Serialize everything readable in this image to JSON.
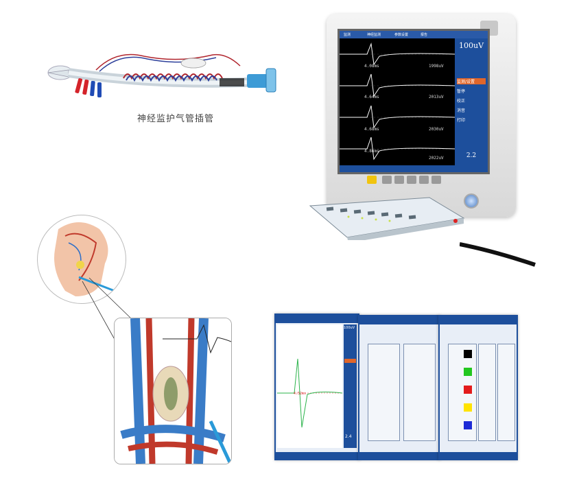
{
  "tube": {
    "caption": "神经监护气管插管"
  },
  "monitor": {
    "tabs": [
      "监测",
      "神经监测",
      "参数设置",
      "报告"
    ],
    "amplitude_scale": "100uV",
    "side_menu": [
      "监测/设置",
      "暂停",
      "校正",
      "消音",
      "打印"
    ],
    "traces": [
      {
        "latency": "4.08ms",
        "amplitude": "1998uV"
      },
      {
        "latency": "4.64ms",
        "amplitude": "2013uV"
      },
      {
        "latency": "4.68ms",
        "amplitude": "2030uV"
      },
      {
        "latency": "4.86ms",
        "amplitude": "2022uV"
      }
    ],
    "time_scale": "2.2"
  },
  "software": {
    "screen1_value": "100uV",
    "screen1_latency": "4.52ms",
    "screen1_bottom_value": "2.4",
    "color_swatches": [
      "#000000",
      "#22c71f",
      "#e31b1b",
      "#ffe300",
      "#1c2ad6"
    ]
  }
}
